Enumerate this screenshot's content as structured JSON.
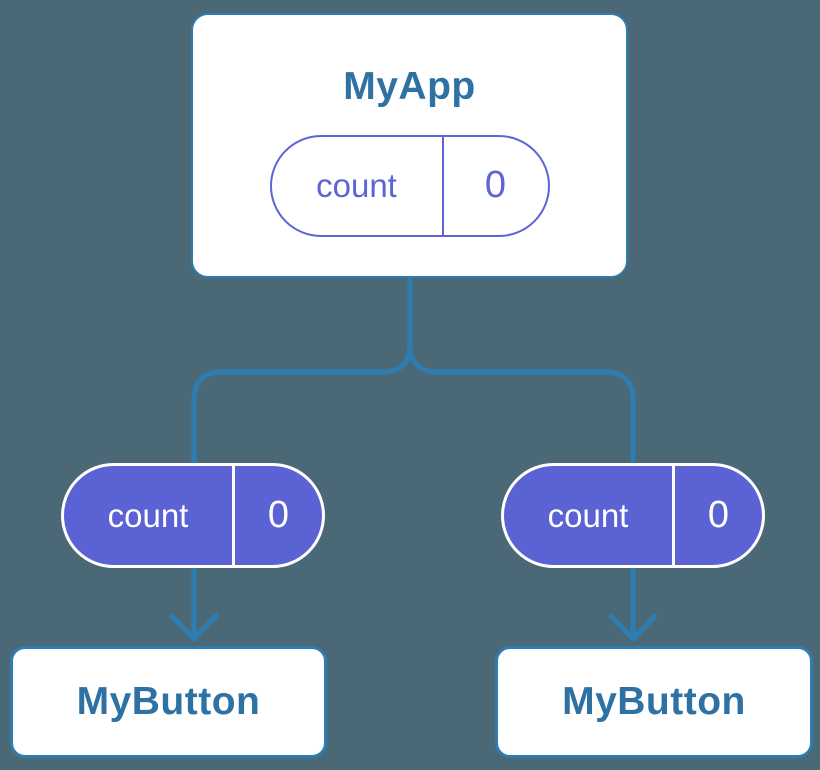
{
  "colors": {
    "background": "#4b6876",
    "line-blue": "#2e7db2",
    "heading-blue": "#2e72a4",
    "purple": "#5e63d8",
    "purple-fill": "#5b62d3",
    "node-bg": "#ffffff",
    "pill-text-light": "#ffffff"
  },
  "nodes": {
    "app": {
      "label": "MyApp",
      "state": {
        "name": "count",
        "value": "0"
      }
    },
    "prop_left": {
      "name": "count",
      "value": "0"
    },
    "prop_right": {
      "name": "count",
      "value": "0"
    },
    "button_left": {
      "label": "MyButton"
    },
    "button_right": {
      "label": "MyButton"
    }
  }
}
